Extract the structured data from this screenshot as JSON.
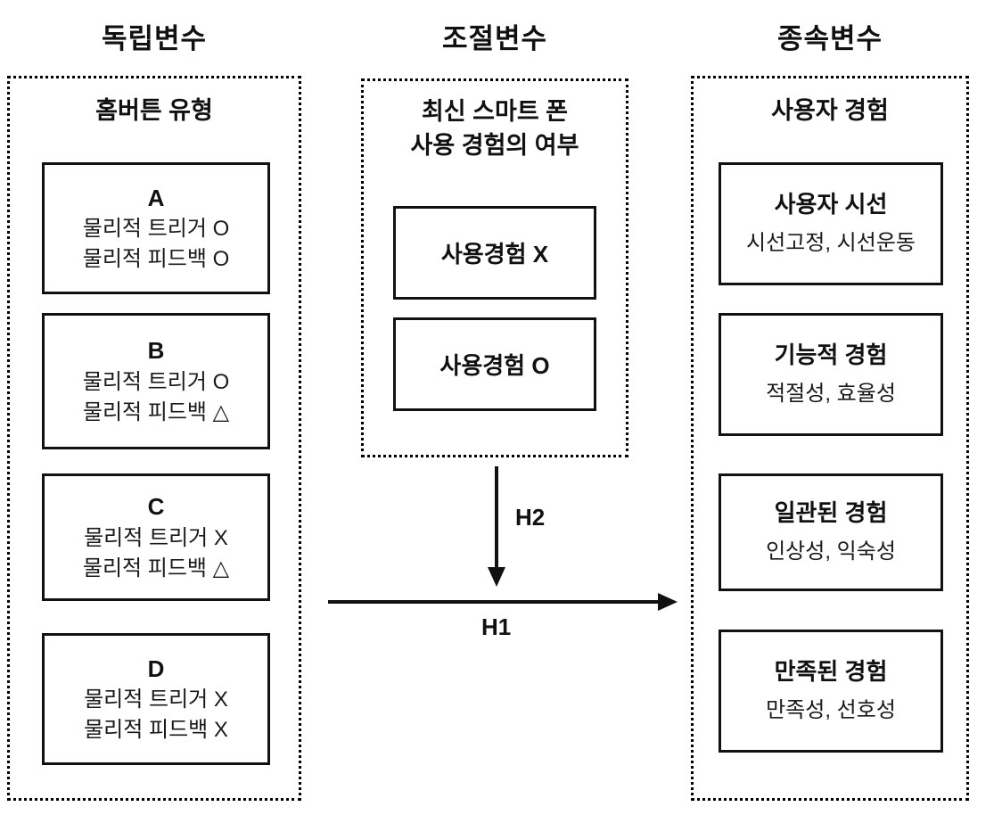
{
  "columns": {
    "independent": {
      "header": "독립변수",
      "group_title": "홈버튼 유형",
      "boxes": [
        {
          "label": "A",
          "line1": "물리적 트리거 O",
          "line2": "물리적 피드백 O"
        },
        {
          "label": "B",
          "line1": "물리적 트리거 O",
          "line2": "물리적 피드백 △"
        },
        {
          "label": "C",
          "line1": "물리적 트리거 X",
          "line2": "물리적 피드백 △"
        },
        {
          "label": "D",
          "line1": "물리적 트리거 X",
          "line2": "물리적 피드백 X"
        }
      ]
    },
    "moderator": {
      "header": "조절변수",
      "group_title_line1": "최신 스마트 폰",
      "group_title_line2": "사용 경험의 여부",
      "boxes": [
        {
          "label": "사용경험 X"
        },
        {
          "label": "사용경험 O"
        }
      ]
    },
    "dependent": {
      "header": "종속변수",
      "group_title": "사용자 경험",
      "boxes": [
        {
          "title": "사용자 시선",
          "subtitle": "시선고정, 시선운동"
        },
        {
          "title": "기능적 경험",
          "subtitle": "적절성, 효율성"
        },
        {
          "title": "일관된 경험",
          "subtitle": "인상성, 익숙성"
        },
        {
          "title": "만족된 경험",
          "subtitle": "만족성, 선호성"
        }
      ]
    }
  },
  "arrows": {
    "h2_label": "H2",
    "h1_label": "H1"
  },
  "colors": {
    "line": "#111111",
    "background": "#ffffff"
  }
}
